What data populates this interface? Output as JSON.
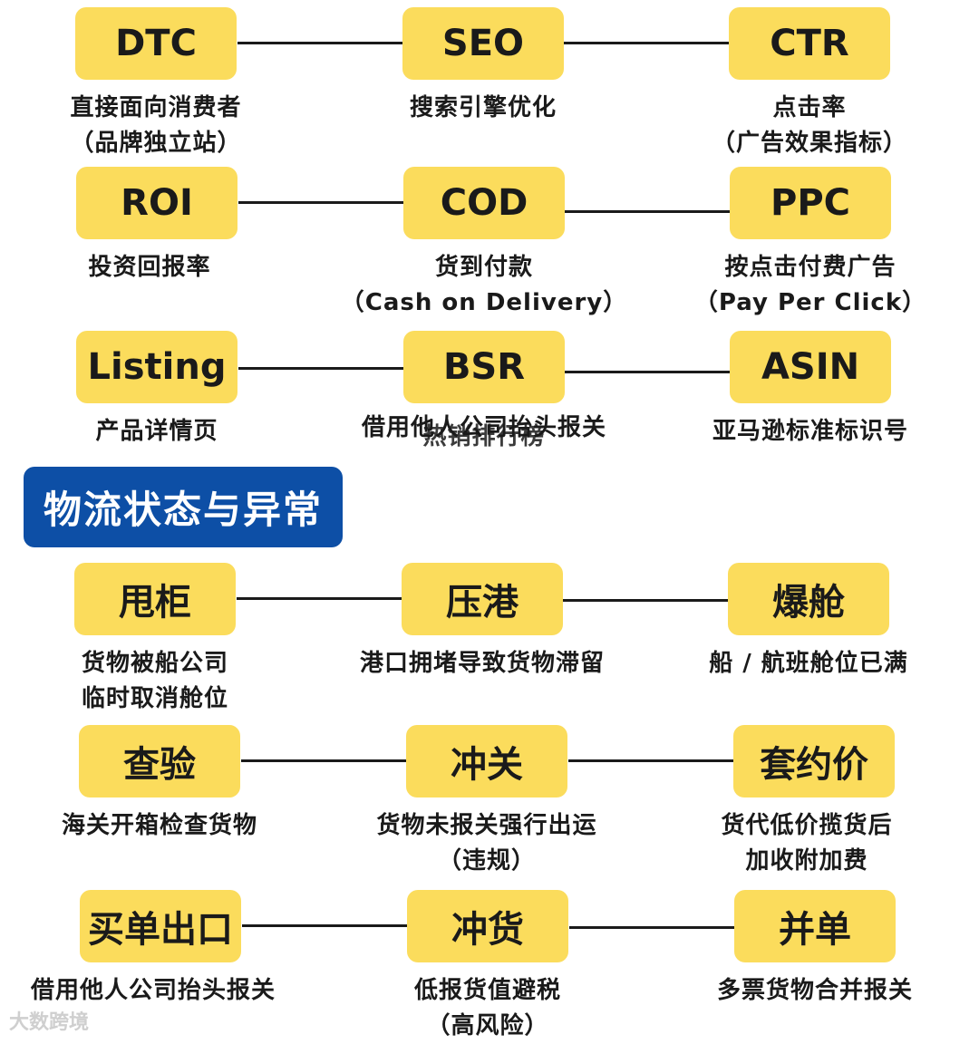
{
  "rows_top": [
    {
      "nodes": [
        {
          "term": "DTC",
          "desc": "直接面向消费者\n（品牌独立站）"
        },
        {
          "term": "SEO",
          "desc": "搜索引擎优化"
        },
        {
          "term": "CTR",
          "desc": "点击率\n（广告效果指标）"
        }
      ]
    },
    {
      "nodes": [
        {
          "term": "ROI",
          "desc": "投资回报率"
        },
        {
          "term": "COD",
          "desc": "货到付款\n（Cash on Delivery）"
        },
        {
          "term": "PPC",
          "desc": "按点击付费广告\n（Pay Per Click）"
        }
      ]
    },
    {
      "nodes": [
        {
          "term": "Listing",
          "desc": "产品详情页"
        },
        {
          "term": "BSR",
          "desc": "借用他人公司抬头报关",
          "desc_overlap": "热销排行榜"
        },
        {
          "term": "ASIN",
          "desc": "亚马逊标准标识号"
        }
      ]
    }
  ],
  "section_title": "物流状态与异常",
  "rows_bottom": [
    {
      "nodes": [
        {
          "term": "甩柜",
          "desc": "货物被船公司\n临时取消舱位"
        },
        {
          "term": "压港",
          "desc": "港口拥堵导致货物滞留"
        },
        {
          "term": "爆舱",
          "desc": "船 / 航班舱位已满"
        }
      ]
    },
    {
      "nodes": [
        {
          "term": "查验",
          "desc": "海关开箱检查货物"
        },
        {
          "term": "冲关",
          "desc": "货物未报关强行出运\n（违规）"
        },
        {
          "term": "套约价",
          "desc": "货代低价揽货后\n加收附加费"
        }
      ]
    },
    {
      "nodes": [
        {
          "term": "买单出口",
          "desc": "借用他人公司抬头报关"
        },
        {
          "term": "冲货",
          "desc": "低报货值避税\n（高风险）"
        },
        {
          "term": "并单",
          "desc": "多票货物合并报关"
        }
      ]
    }
  ],
  "watermark": "大数跨境",
  "colors": {
    "box": "#fbdc5c",
    "section": "#0d4fa6",
    "line": "#1a1a1a"
  }
}
